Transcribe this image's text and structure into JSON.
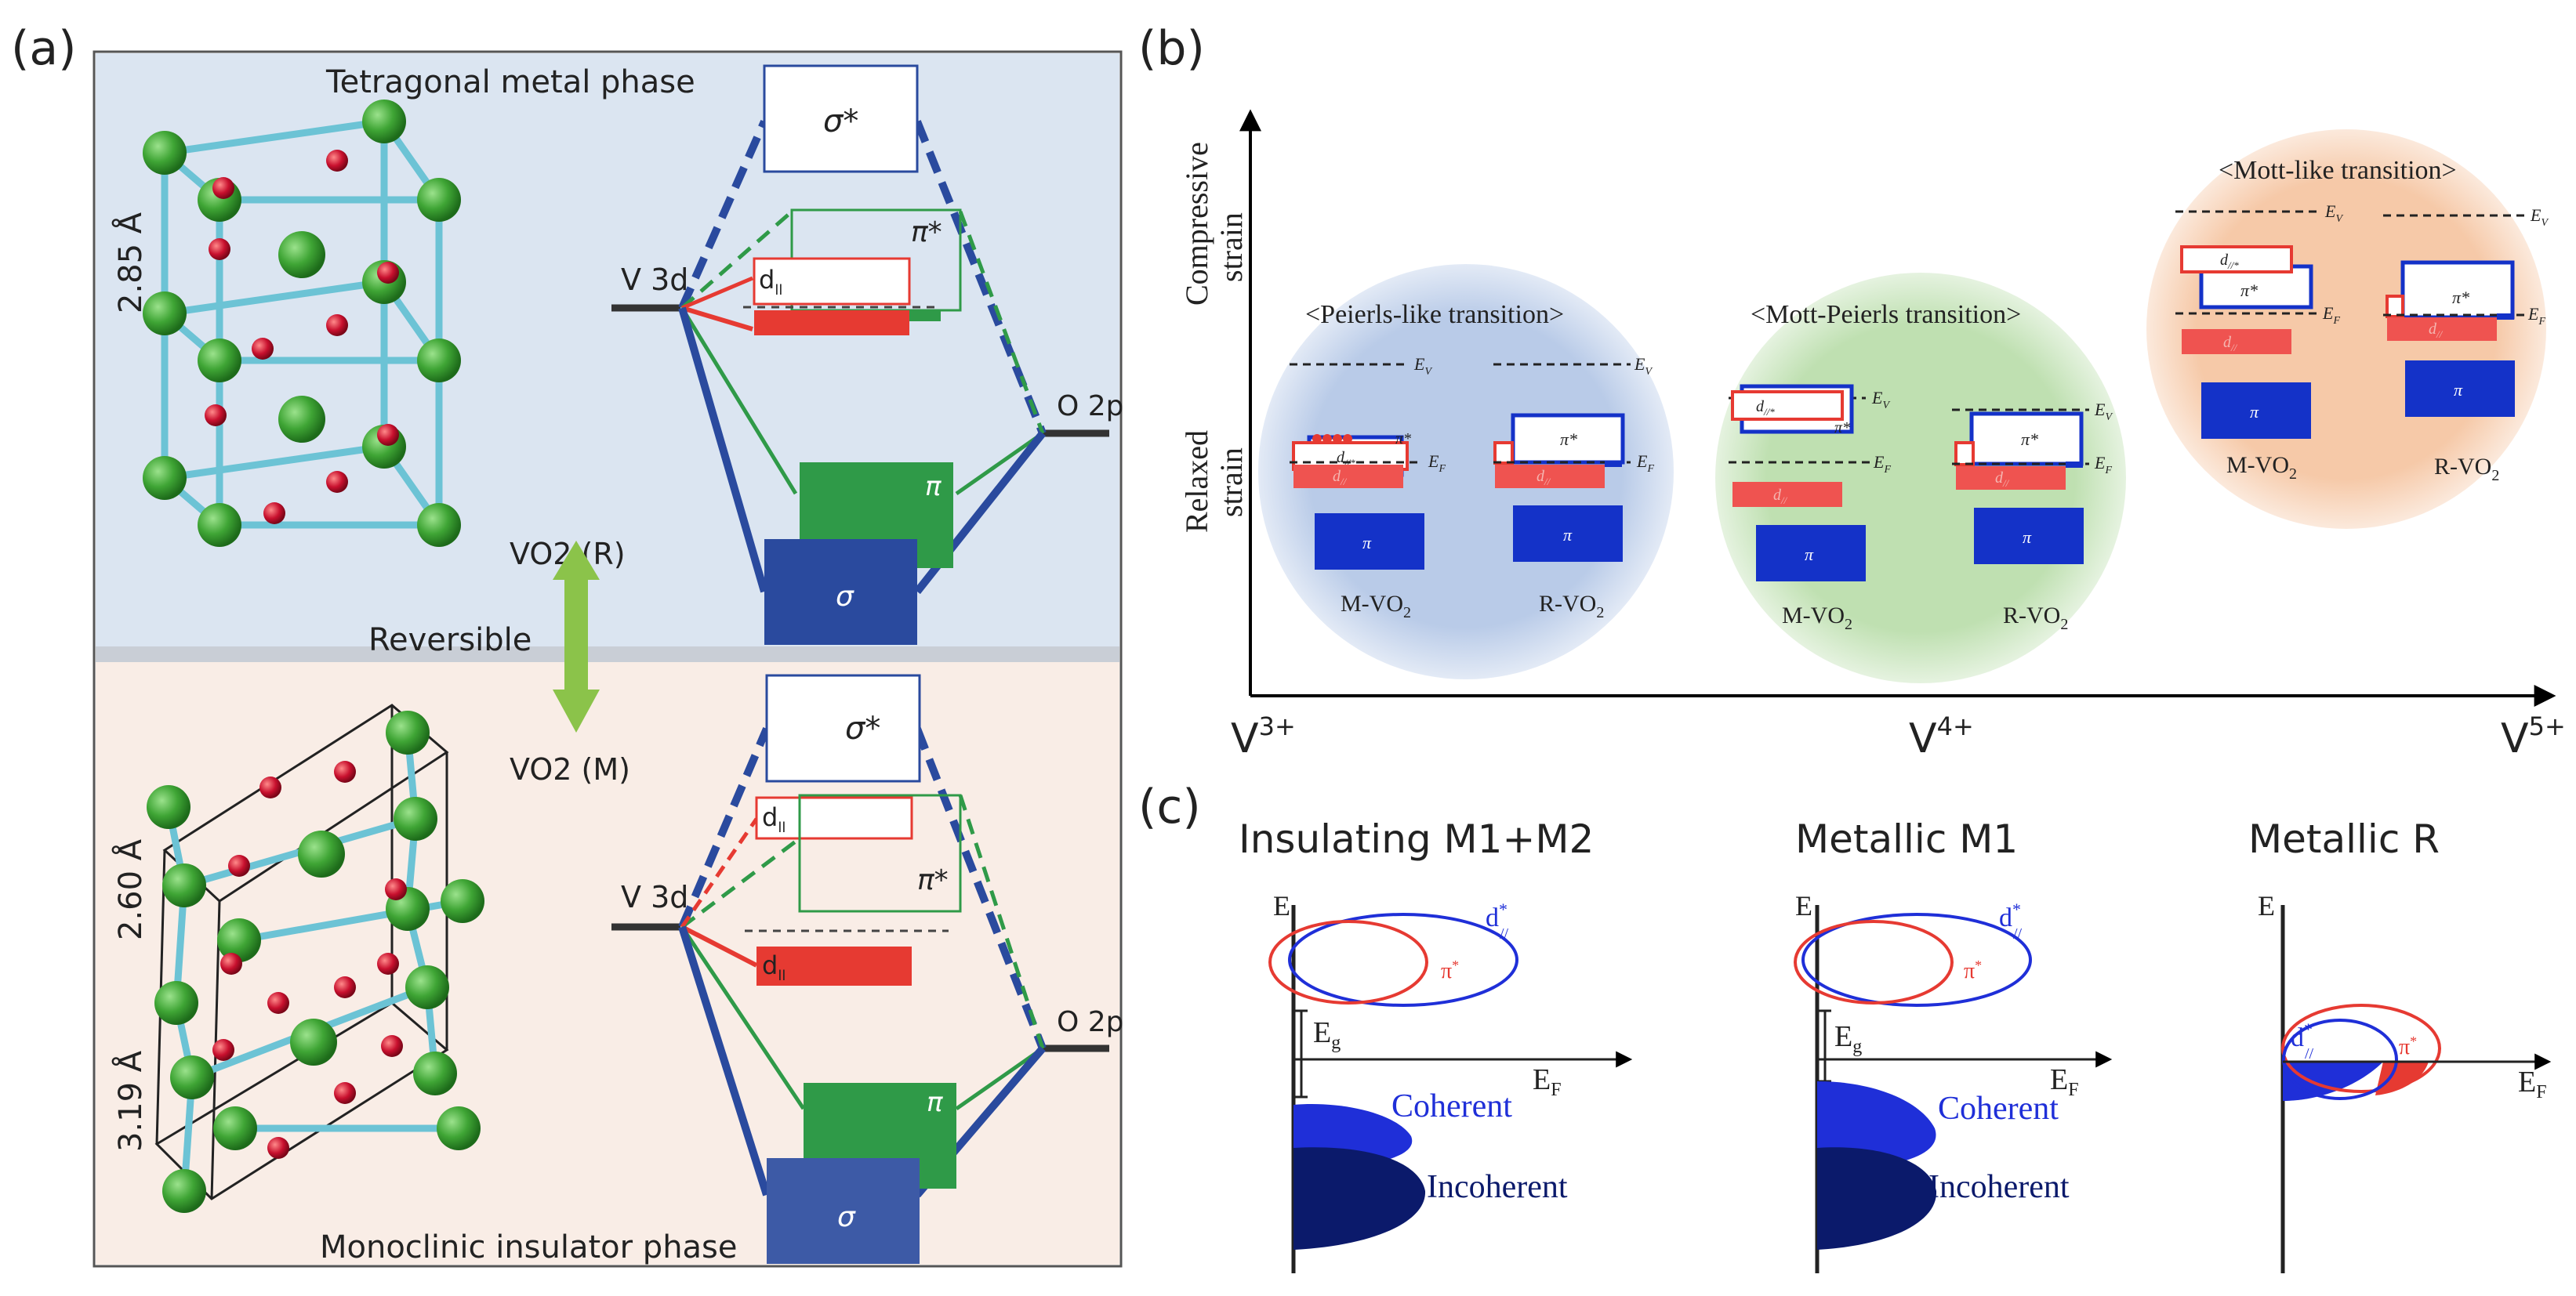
{
  "panel_a": {
    "label": "(a)",
    "top_title": "Tetragonal metal phase",
    "bottom_title": "Monoclinic insulator phase",
    "dist_top": "2.85 Å",
    "dist_mid": "2.60 Å",
    "dist_bot": "3.19 Å",
    "vo2_r": "VO2 (R)",
    "vo2_m": "VO2 (M)",
    "reversible": "Reversible",
    "v3d_top": "V 3d",
    "o2p_top": "O 2p",
    "v3d_bot": "V 3d",
    "o2p_bot": "O 2p",
    "sigma_star": "σ*",
    "pi_star": "π*",
    "d_par": "d",
    "d_par_sub": "ll",
    "pi": "π",
    "sigma": "σ",
    "colors": {
      "top_bg": "#dbe5f1",
      "bottom_bg": "#f9ede6",
      "atom_v": "#3fa535",
      "atom_o": "#c8102e",
      "bond": "#6cc3d5",
      "orbital_blue": "#2a4a9e",
      "orbital_green": "#2f9a48",
      "orbital_red": "#e63a32"
    }
  },
  "panel_b": {
    "label": "(b)",
    "y_top": [
      "Compressive",
      "strain"
    ],
    "y_bot": [
      "Relaxed",
      "strain"
    ],
    "x_ticks": [
      {
        "base": "V",
        "sup": "3+"
      },
      {
        "base": "V",
        "sup": "4+"
      },
      {
        "base": "V",
        "sup": "5+"
      }
    ],
    "groups": [
      {
        "title": "<Peierls-like transition>",
        "left": "M-VO",
        "right": "R-VO",
        "sub": "2",
        "color": "#b9cbe8"
      },
      {
        "title": "<Mott-Peierls transition>",
        "left": "M-VO",
        "right": "R-VO",
        "sub": "2",
        "color": "#bfe0b1"
      },
      {
        "title": "<Mott-like transition>",
        "left": "M-VO",
        "right": "R-VO",
        "sub": "2",
        "color": "#f6c9a8"
      }
    ],
    "ev": "E",
    "ev_sub": "V",
    "ef": "E",
    "ef_sub": "F",
    "pi": "π",
    "pi_star": "π*",
    "d_par": "d",
    "d_par_sub": "//",
    "d_par_star": "d",
    "d_par_star_sub": "//*"
  },
  "panel_c": {
    "label": "(c)",
    "titles": [
      "Insulating M1+M2",
      "Metallic M1",
      "Metallic R"
    ],
    "e_axis": "E",
    "ef": "E",
    "ef_sub": "F",
    "eg": "E",
    "eg_sub": "g",
    "coherent": "Coherent",
    "incoherent": "Incoherent",
    "d_star": "d",
    "d_star_sup": "*",
    "d_star_sub": "//",
    "pi_star": "π",
    "pi_star_sup": "*",
    "colors": {
      "blue": "#1f2fd8",
      "red": "#e63a32",
      "navy": "#0b1a6b"
    }
  }
}
